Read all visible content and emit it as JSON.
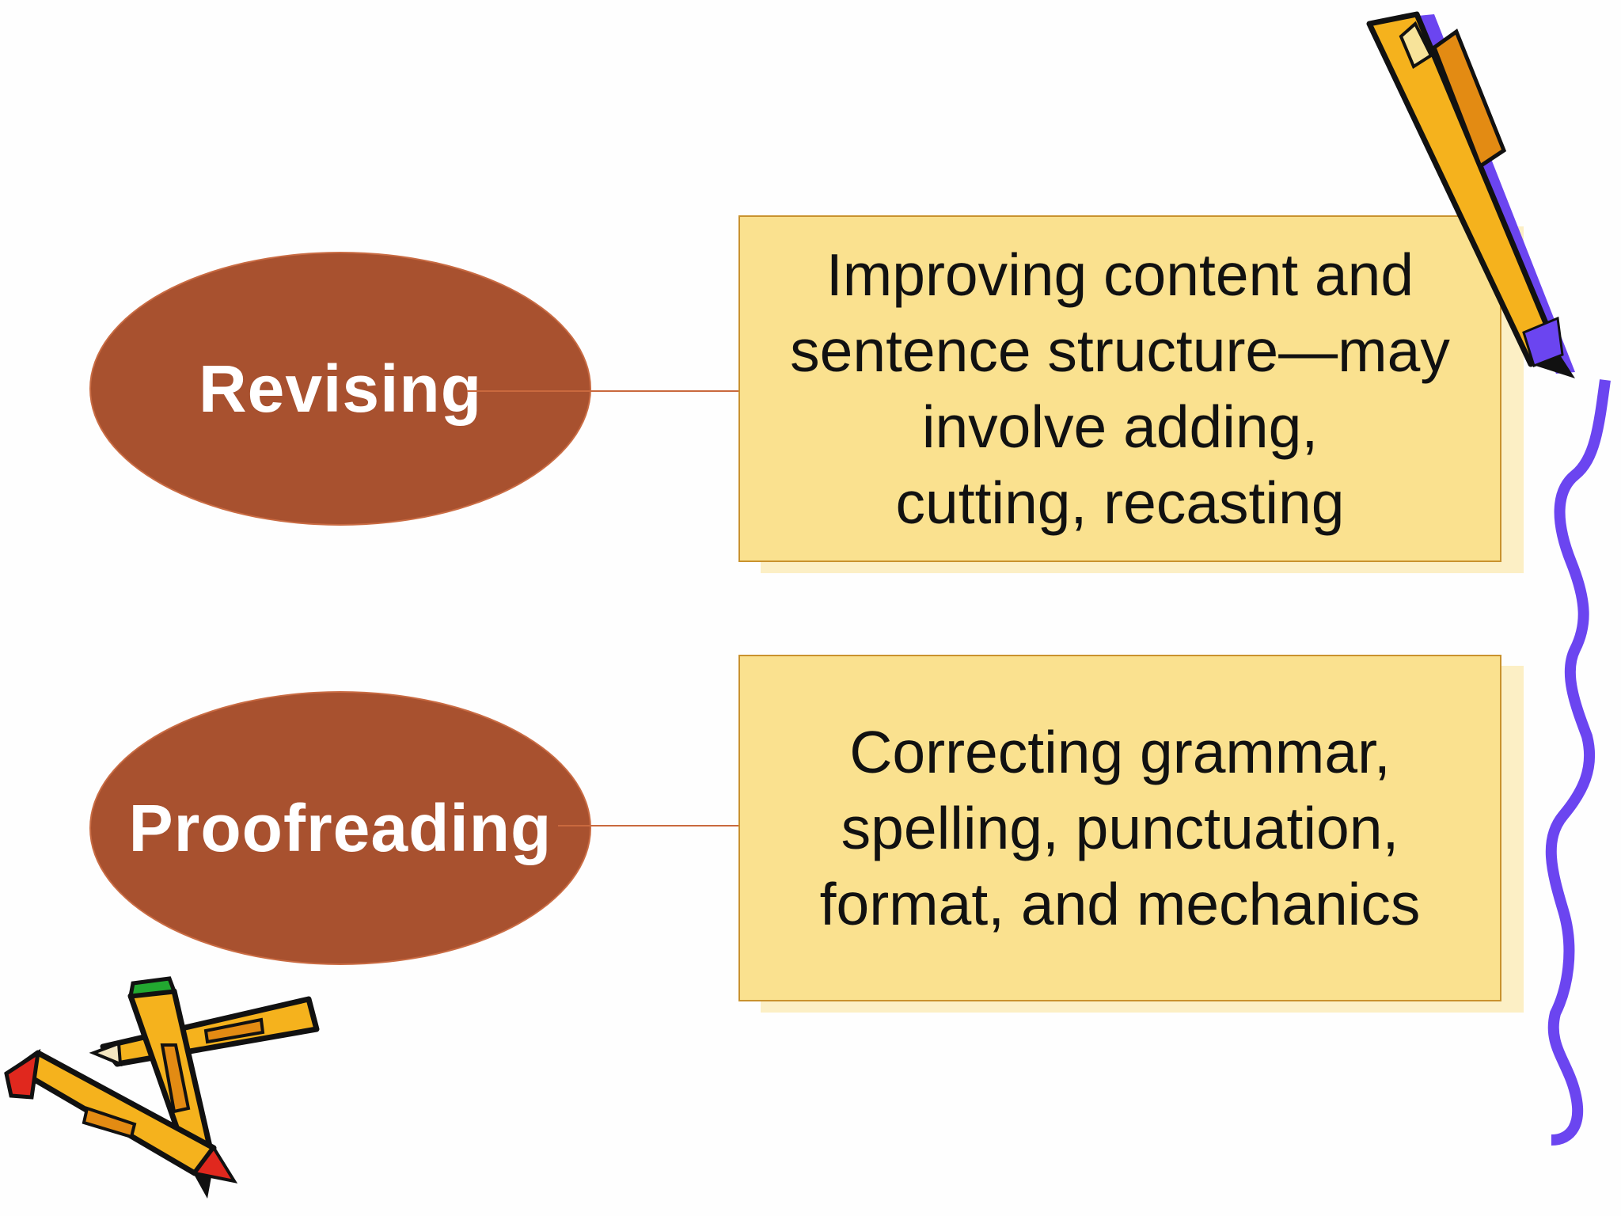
{
  "nodes": [
    {
      "label": "Revising",
      "description": "Improving content and\nsentence structure—may\ninvolve adding,\ncutting, recasting"
    },
    {
      "label": "Proofreading",
      "description": "Correcting grammar,\nspelling, punctuation,\nformat, and mechanics"
    }
  ],
  "colors": {
    "ellipse_fill": "#a8512f",
    "box_fill": "#fae18f",
    "connector": "#c9693e",
    "squiggle": "#6b45f0",
    "pencil_body": "#f5b21d"
  },
  "decorations": {
    "top_right": "pencil-icon",
    "right_edge": "squiggle-line",
    "bottom_left": "crossed-pencils-icon"
  }
}
